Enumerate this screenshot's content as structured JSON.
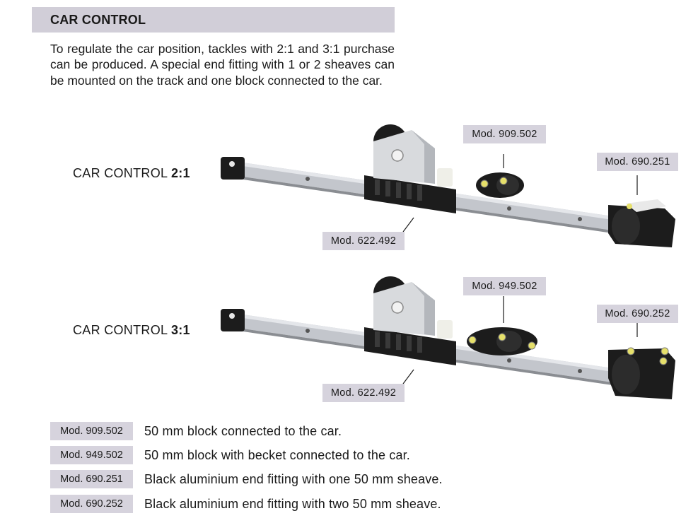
{
  "header": {
    "title": "CAR CONTROL"
  },
  "intro": "To regulate the car position, tackles with 2:1 and 3:1 purchase can be produced. A special end fitting with 1 or 2 sheaves can be mounted on the track and one block connected to the car.",
  "rows": [
    {
      "label_prefix": "CAR CONTROL ",
      "label_ratio": "2:1",
      "tags": {
        "block": "Mod. 909.502",
        "end": "Mod. 690.251",
        "car": "Mod. 622.492"
      }
    },
    {
      "label_prefix": "CAR CONTROL ",
      "label_ratio": "3:1",
      "tags": {
        "block": "Mod. 949.502",
        "end": "Mod. 690.252",
        "car": "Mod. 622.492"
      }
    }
  ],
  "legend": [
    {
      "code": "Mod. 909.502",
      "desc": "50 mm block connected to the car."
    },
    {
      "code": "Mod. 949.502",
      "desc": "50 mm block with becket connected to the car."
    },
    {
      "code": "Mod. 690.251",
      "desc": "Black aluminium end fitting with one 50 mm sheave."
    },
    {
      "code": "Mod. 690.252",
      "desc": "Black aluminium end fitting with two 50 mm sheave."
    }
  ],
  "colors": {
    "header_bg": "#d1ced8",
    "tag_bg": "#d6d3dd",
    "track": "#b9bcc2",
    "fitting": "#1c1c1c"
  }
}
